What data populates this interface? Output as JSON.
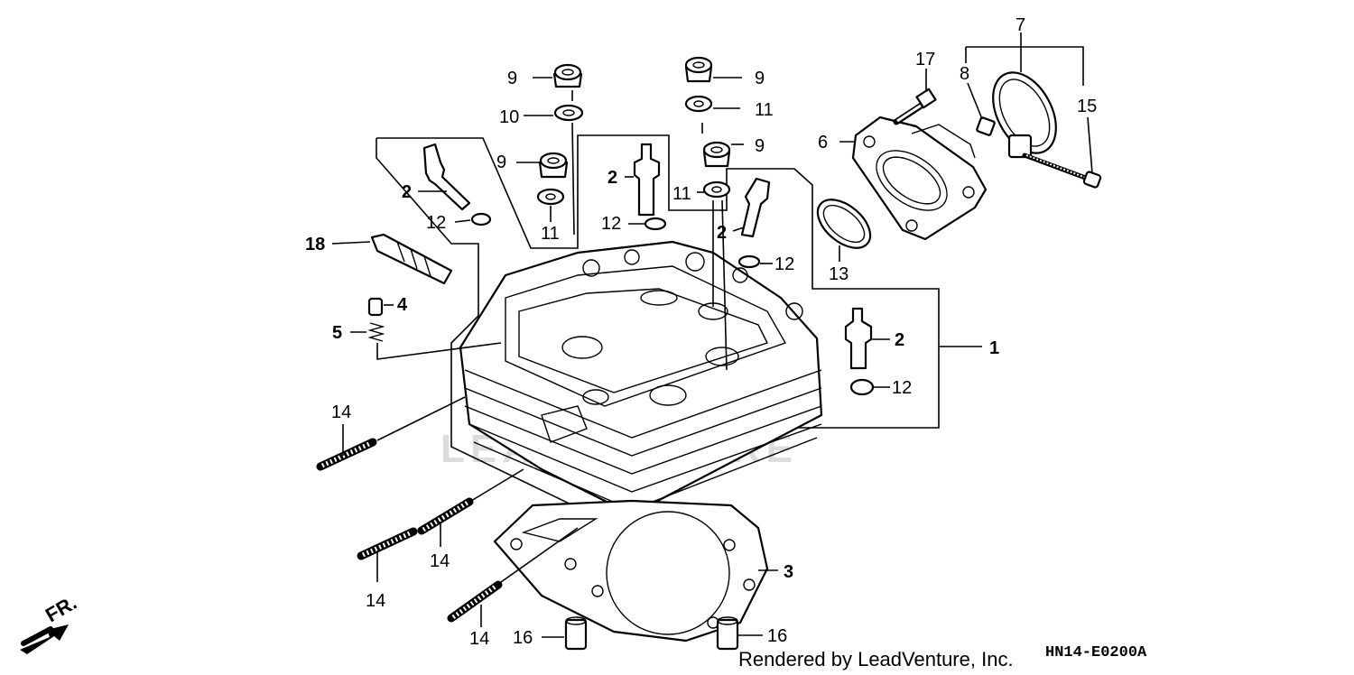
{
  "callouts": {
    "p1": "1",
    "p2a": "2",
    "p2b": "2",
    "p2c": "2",
    "p2d": "2",
    "p3": "3",
    "p4": "4",
    "p5": "5",
    "p6": "6",
    "p7": "7",
    "p8": "8",
    "p9a": "9",
    "p9b": "9",
    "p9c": "9",
    "p10": "10",
    "p11a": "11",
    "p11b": "11",
    "p11c": "11",
    "p12a": "12",
    "p12b": "12",
    "p12c": "12",
    "p12d": "12",
    "p13": "13",
    "p14a": "14",
    "p14b": "14",
    "p14c": "14",
    "p14d": "14",
    "p15": "15",
    "p16a": "16",
    "p16b": "16",
    "p17": "17",
    "p18": "18"
  },
  "direction_label": "FR.",
  "credit": "Rendered by LeadVenture, Inc.",
  "diagram_code": "HN14-E0200A",
  "watermark": "LEADVENTURE"
}
